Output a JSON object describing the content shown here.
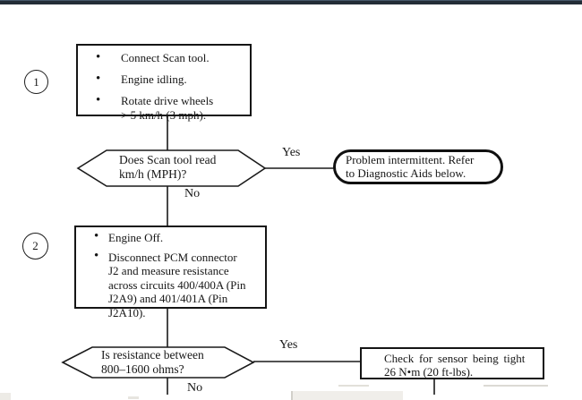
{
  "markers": {
    "step1": "1",
    "step2": "2"
  },
  "box1": {
    "bullets": [
      [
        "Connect Scan tool."
      ],
      [
        "Engine idling."
      ],
      [
        "Rotate drive wheels",
        "> 5 km/h (3 mph)."
      ]
    ]
  },
  "decision1": {
    "line1": "Does Scan tool read",
    "line2": "km/h (MPH)?",
    "yes": "Yes",
    "no": "No"
  },
  "terminal1": {
    "line1": "Problem intermittent. Refer",
    "line2": "to Diagnostic Aids below."
  },
  "box2": {
    "bullets": [
      [
        "Engine Off."
      ],
      [
        "Disconnect PCM connector",
        "J2 and measure resistance",
        "across circuits 400/400A (Pin",
        "J2A9) and 401/401A (Pin",
        "J2A10)."
      ]
    ]
  },
  "decision2": {
    "line1": "Is resistance between",
    "line2": "800–1600 ohms?",
    "yes": "Yes",
    "no": "No"
  },
  "box3": {
    "line1": "Check for sensor being tight",
    "line2": "26 N•m (20 ft-lbs)."
  }
}
